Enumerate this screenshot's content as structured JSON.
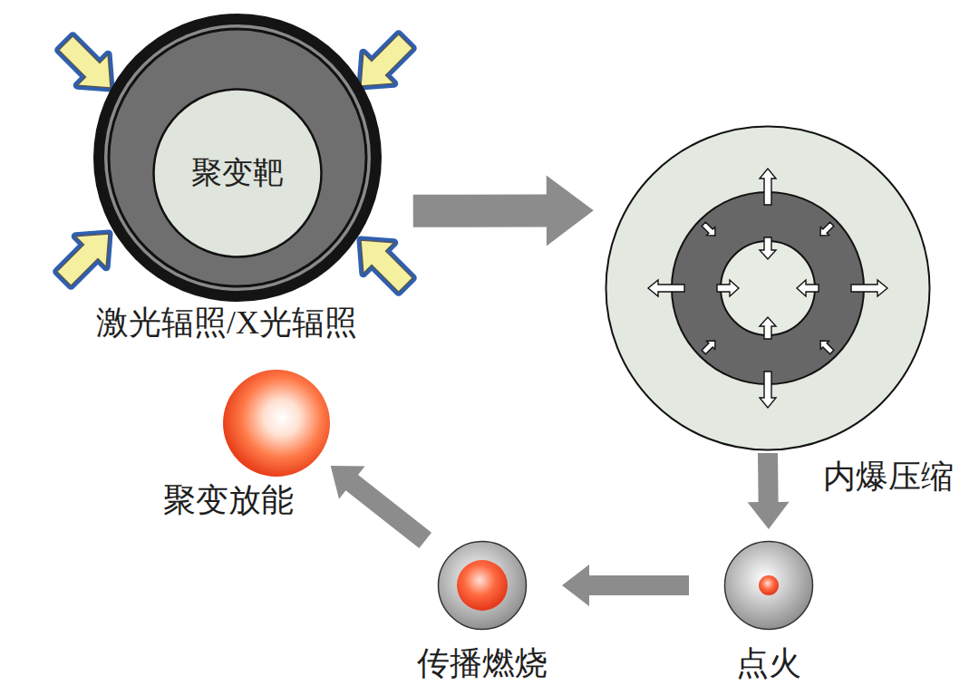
{
  "diagram": {
    "nodes": [
      {
        "text": [
          "激光辐照/X光辐照"
        ]
      },
      {
        "text": [
          "聚变靶"
        ],
        "in": 0
      },
      {
        "text": [
          "内爆压缩"
        ]
      },
      {
        "text": [
          "点火"
        ]
      },
      {
        "text": [
          "传播燃烧"
        ]
      },
      {
        "text": [
          "聚变放能"
        ]
      }
    ],
    "edges": [
      {
        "from": 0,
        "to": 2,
        "arrow": "to"
      },
      {
        "from": 2,
        "to": 3,
        "arrow": "to"
      },
      {
        "from": 3,
        "to": 4,
        "arrow": "to"
      },
      {
        "from": 4,
        "to": 5,
        "arrow": "to"
      }
    ]
  }
}
